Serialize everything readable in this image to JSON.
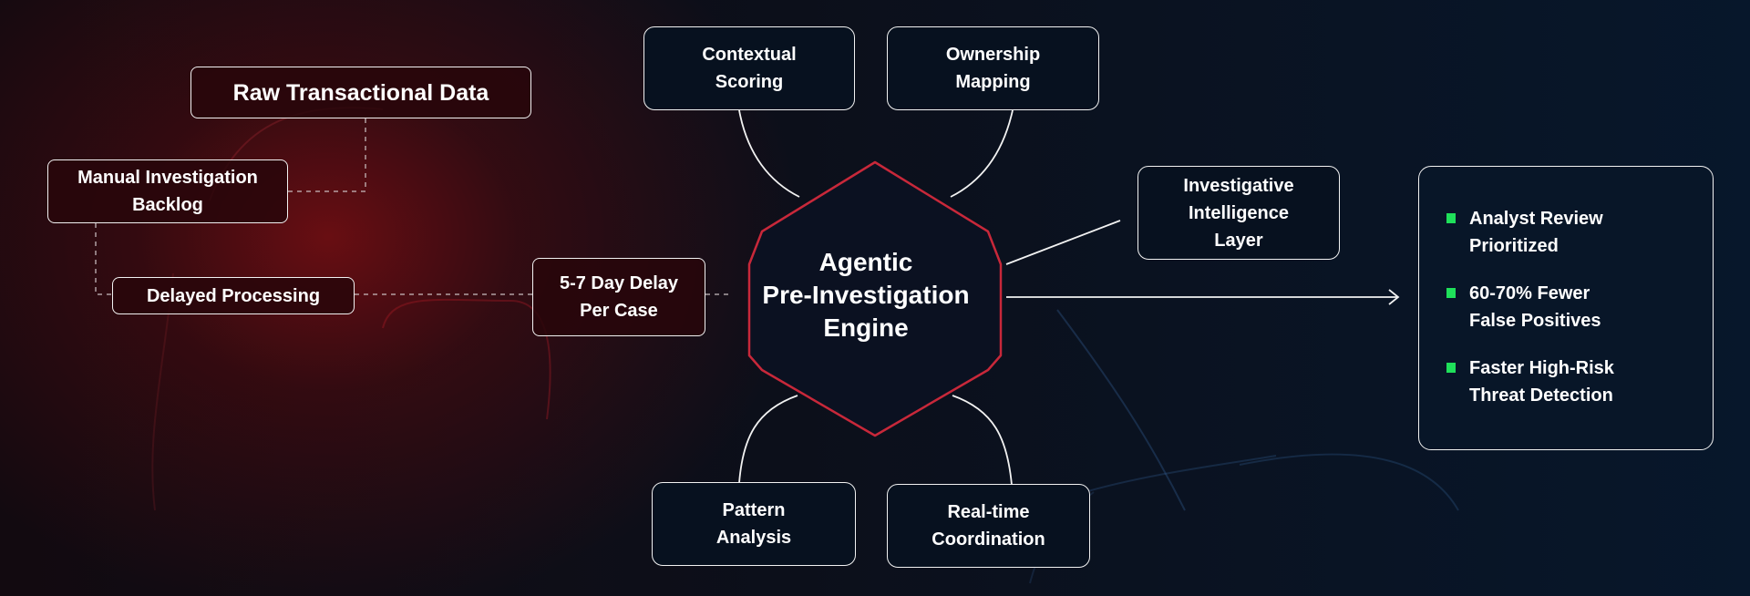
{
  "diagram": {
    "legacy_flow": {
      "raw_data": "Raw Transactional Data",
      "backlog": "Manual Investigation\nBacklog",
      "delayed": "Delayed Processing",
      "delay_per_case": "5-7 Day Delay\nPer Case"
    },
    "engine": {
      "label": "Agentic\nPre-Investigation\nEngine",
      "border_color": "#c8283a"
    },
    "capabilities": {
      "contextual_scoring": "Contextual\nScoring",
      "ownership_mapping": "Ownership\nMapping",
      "pattern_analysis": "Pattern\nAnalysis",
      "realtime_coordination": "Real-time\nCoordination"
    },
    "intelligence_layer": "Investigative\nIntelligence\nLayer",
    "results": {
      "bullet_color": "#1fe05a",
      "items": [
        "Analyst Review\nPrioritized",
        "60-70% Fewer\nFalse Positives",
        "Faster High-Risk\nThreat Detection"
      ]
    }
  }
}
